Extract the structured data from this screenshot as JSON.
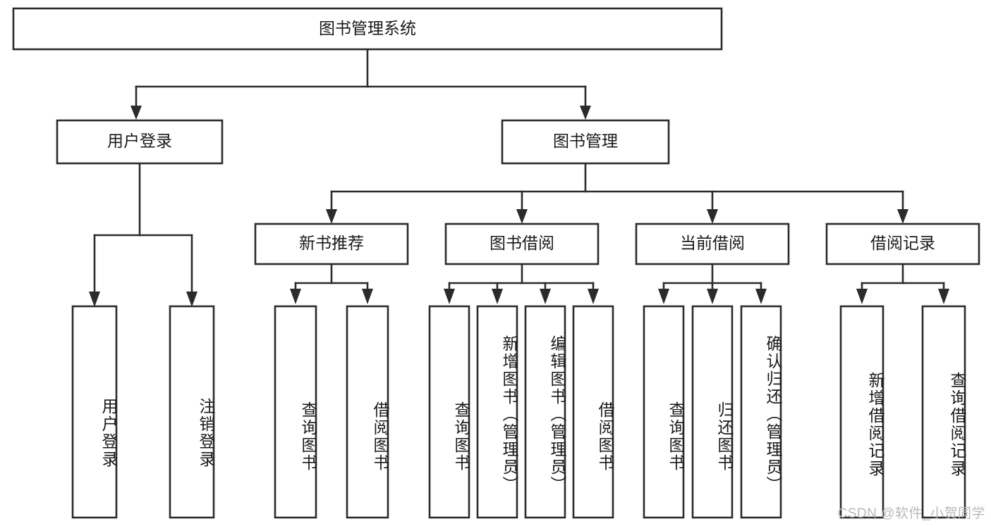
{
  "diagram": {
    "title": "图书管理系统",
    "type": "tree-hierarchy",
    "orientation": "top-down",
    "root": {
      "id": "root",
      "label": "图书管理系统",
      "text_direction": "horizontal"
    },
    "level2": [
      {
        "id": "user-login",
        "label": "用户登录",
        "text_direction": "horizontal"
      },
      {
        "id": "book-management",
        "label": "图书管理",
        "text_direction": "horizontal"
      }
    ],
    "level3": [
      {
        "id": "new-book-recommend",
        "label": "新书推荐",
        "parent": "book-management",
        "text_direction": "horizontal"
      },
      {
        "id": "book-borrow",
        "label": "图书借阅",
        "parent": "book-management",
        "text_direction": "horizontal"
      },
      {
        "id": "current-borrow",
        "label": "当前借阅",
        "parent": "book-management",
        "text_direction": "horizontal"
      },
      {
        "id": "borrow-record",
        "label": "借阅记录",
        "parent": "book-management",
        "text_direction": "horizontal"
      }
    ],
    "leaves": [
      {
        "id": "leaf-user-login",
        "label": "用户登录",
        "parent": "user-login",
        "text_direction": "vertical"
      },
      {
        "id": "leaf-logout-login",
        "label": "注销登录",
        "parent": "user-login",
        "text_direction": "vertical"
      },
      {
        "id": "leaf-query-book-1",
        "label": "查询图书",
        "parent": "new-book-recommend",
        "text_direction": "vertical"
      },
      {
        "id": "leaf-borrow-book-1",
        "label": "借阅图书",
        "parent": "new-book-recommend",
        "text_direction": "vertical"
      },
      {
        "id": "leaf-query-book-2",
        "label": "查询图书",
        "parent": "book-borrow",
        "text_direction": "vertical"
      },
      {
        "id": "leaf-add-book",
        "label": "新增图书（管理员）",
        "parent": "book-borrow",
        "text_direction": "vertical"
      },
      {
        "id": "leaf-edit-book",
        "label": "编辑图书（管理员）",
        "parent": "book-borrow",
        "text_direction": "vertical"
      },
      {
        "id": "leaf-borrow-book-2",
        "label": "借阅图书",
        "parent": "book-borrow",
        "text_direction": "vertical"
      },
      {
        "id": "leaf-query-book-3",
        "label": "查询图书",
        "parent": "current-borrow",
        "text_direction": "vertical"
      },
      {
        "id": "leaf-return-book",
        "label": "归还图书",
        "parent": "current-borrow",
        "text_direction": "vertical"
      },
      {
        "id": "leaf-confirm-return",
        "label": "确认归还（管理员）",
        "parent": "current-borrow",
        "text_direction": "vertical"
      },
      {
        "id": "leaf-add-record",
        "label": "新增借阅记录",
        "parent": "borrow-record",
        "text_direction": "vertical"
      },
      {
        "id": "leaf-query-record",
        "label": "查询借阅记录",
        "parent": "borrow-record",
        "text_direction": "vertical"
      }
    ],
    "colors": {
      "stroke": "#2b2b2b",
      "fill": "#ffffff",
      "text": "#1a1a1a",
      "watermark": "#b8b8b8"
    }
  },
  "watermark": {
    "text": "CSDN @软件_小贺同学"
  }
}
